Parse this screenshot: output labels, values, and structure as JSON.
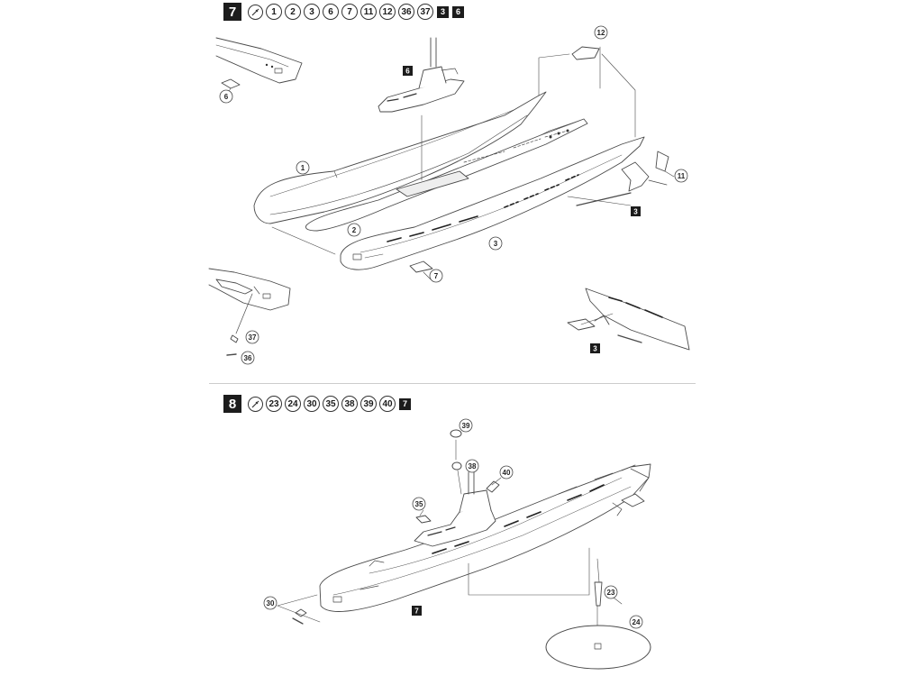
{
  "step7": {
    "number": "7",
    "parts": [
      "1",
      "2",
      "3",
      "6",
      "7",
      "11",
      "12",
      "36",
      "37"
    ],
    "subassemblies": [
      "3",
      "6"
    ]
  },
  "step8": {
    "number": "8",
    "parts": [
      "23",
      "24",
      "30",
      "35",
      "38",
      "39",
      "40"
    ],
    "subassemblies": [
      "7"
    ]
  },
  "callouts": {
    "c1": "1",
    "c2": "2",
    "c3": "3",
    "c6": "6",
    "c7": "7",
    "c11": "11",
    "c12": "12",
    "c36": "36",
    "c37": "37",
    "c23": "23",
    "c24": "24",
    "c30": "30",
    "c35": "35",
    "c38": "38",
    "c39": "39",
    "c40": "40"
  },
  "boxes": {
    "b6": "6",
    "b3a": "3",
    "b3b": "3",
    "b7": "7"
  },
  "icons": {
    "glue": "glue-tube-icon"
  }
}
